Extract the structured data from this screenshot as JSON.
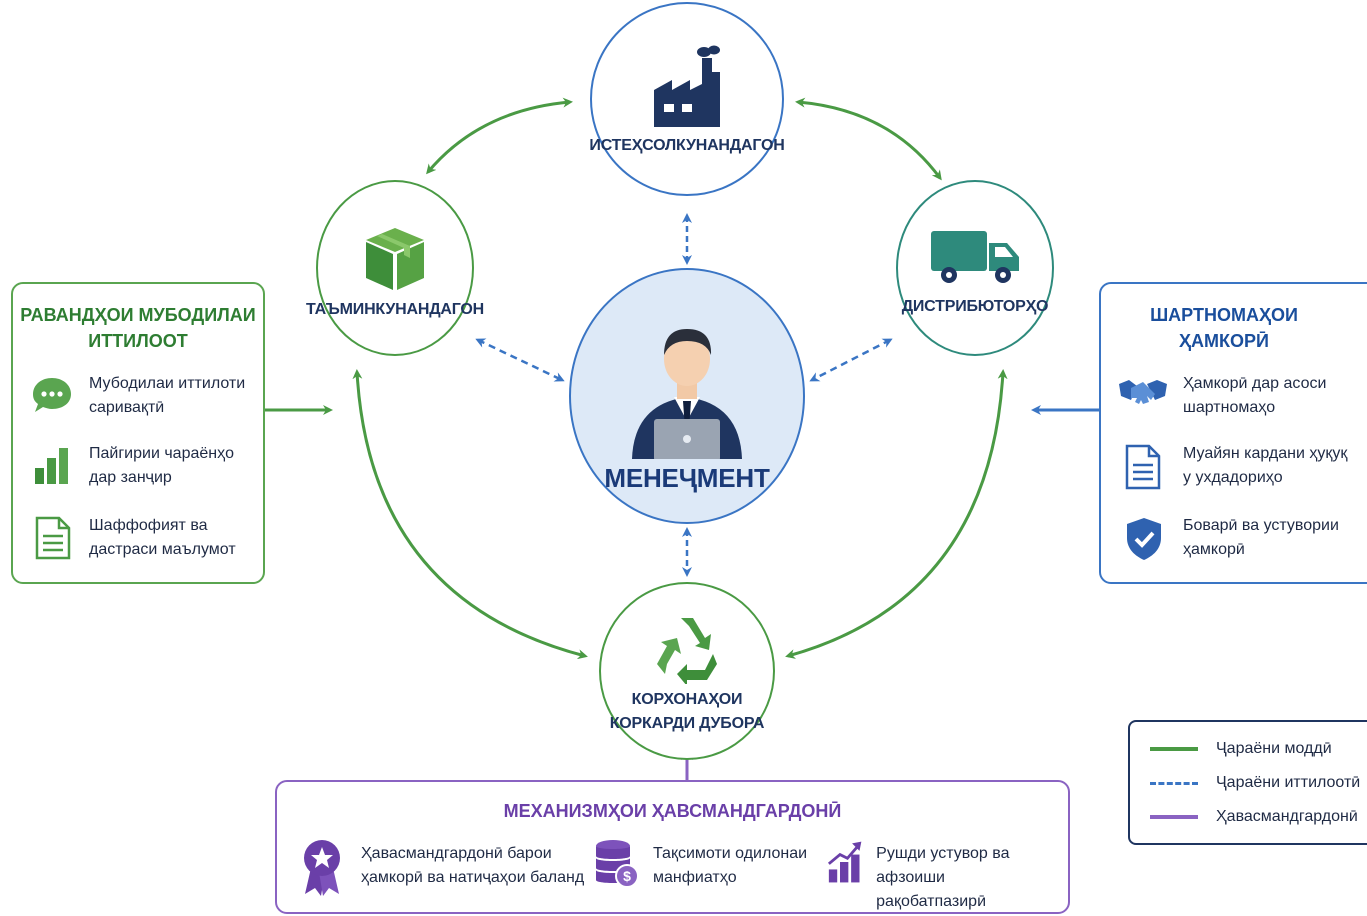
{
  "nodes": {
    "producers": "ИСТЕҲСОЛКУНАНДАГОН",
    "suppliers": "ТАЪМИНКУНАНДАГОН",
    "distributors": "ДИСТРИБЮТОРҲО",
    "management": "МЕНЕҶМЕНТ",
    "recycling_line1": "КОРХОНАҲОИ",
    "recycling_line2": "КОРКАРДИ ДУБОРА"
  },
  "info_panel": {
    "title_line1": "РАВАНДҲОИ МУБОДИЛАИ",
    "title_line2": "ИТТИЛООТ",
    "items": [
      {
        "icon": "chat-bubble-icon",
        "line1": "Мубодилаи иттилоти",
        "line2": "саривақтӣ"
      },
      {
        "icon": "bar-chart-icon",
        "line1": "Пайгирии чараёнҳо",
        "line2": "дар занҷир"
      },
      {
        "icon": "document-icon",
        "line1": "Шаффофият ва",
        "line2": "дастраси маълумот"
      }
    ]
  },
  "contracts_panel": {
    "title_line1": "ШАРТНОМАҲОИ",
    "title_line2": "ҲАМКОРӢ",
    "items": [
      {
        "icon": "handshake-icon",
        "line1": "Ҳамкорӣ дар асоси",
        "line2": "шартномаҳо"
      },
      {
        "icon": "contract-document-icon",
        "line1": "Муайян кардани ҳуқуқ",
        "line2": "у ухдадориҳо"
      },
      {
        "icon": "shield-check-icon",
        "line1": "Боварӣ ва устувории",
        "line2": "ҳамкорӣ"
      }
    ]
  },
  "mechanisms_panel": {
    "title": "МЕХАНИЗМҲОИ ҲАВСМАНДГАРДОНӢ",
    "items": [
      {
        "icon": "award-ribbon-icon",
        "line1": "Ҳавасмандгардонӣ барои",
        "line2": "ҳамкорӣ ва натиҷаҳои баланд"
      },
      {
        "icon": "coins-stack-icon",
        "line1": "Тақсимоти одилонаи",
        "line2": "манфиатҳо"
      },
      {
        "icon": "growth-chart-icon",
        "line1": "Рушди устувор ва афзоиши",
        "line2": "рақобатпазирӣ"
      }
    ]
  },
  "legend": {
    "material": "Ҷараёни моддӣ",
    "information": "Ҷараёни иттилоотӣ",
    "incentives": "Ҳавасмандгардонӣ"
  },
  "colors": {
    "green": "#4a9a44",
    "blue": "#3a75c4",
    "purple": "#8a63c2",
    "navy": "#1f3560"
  }
}
